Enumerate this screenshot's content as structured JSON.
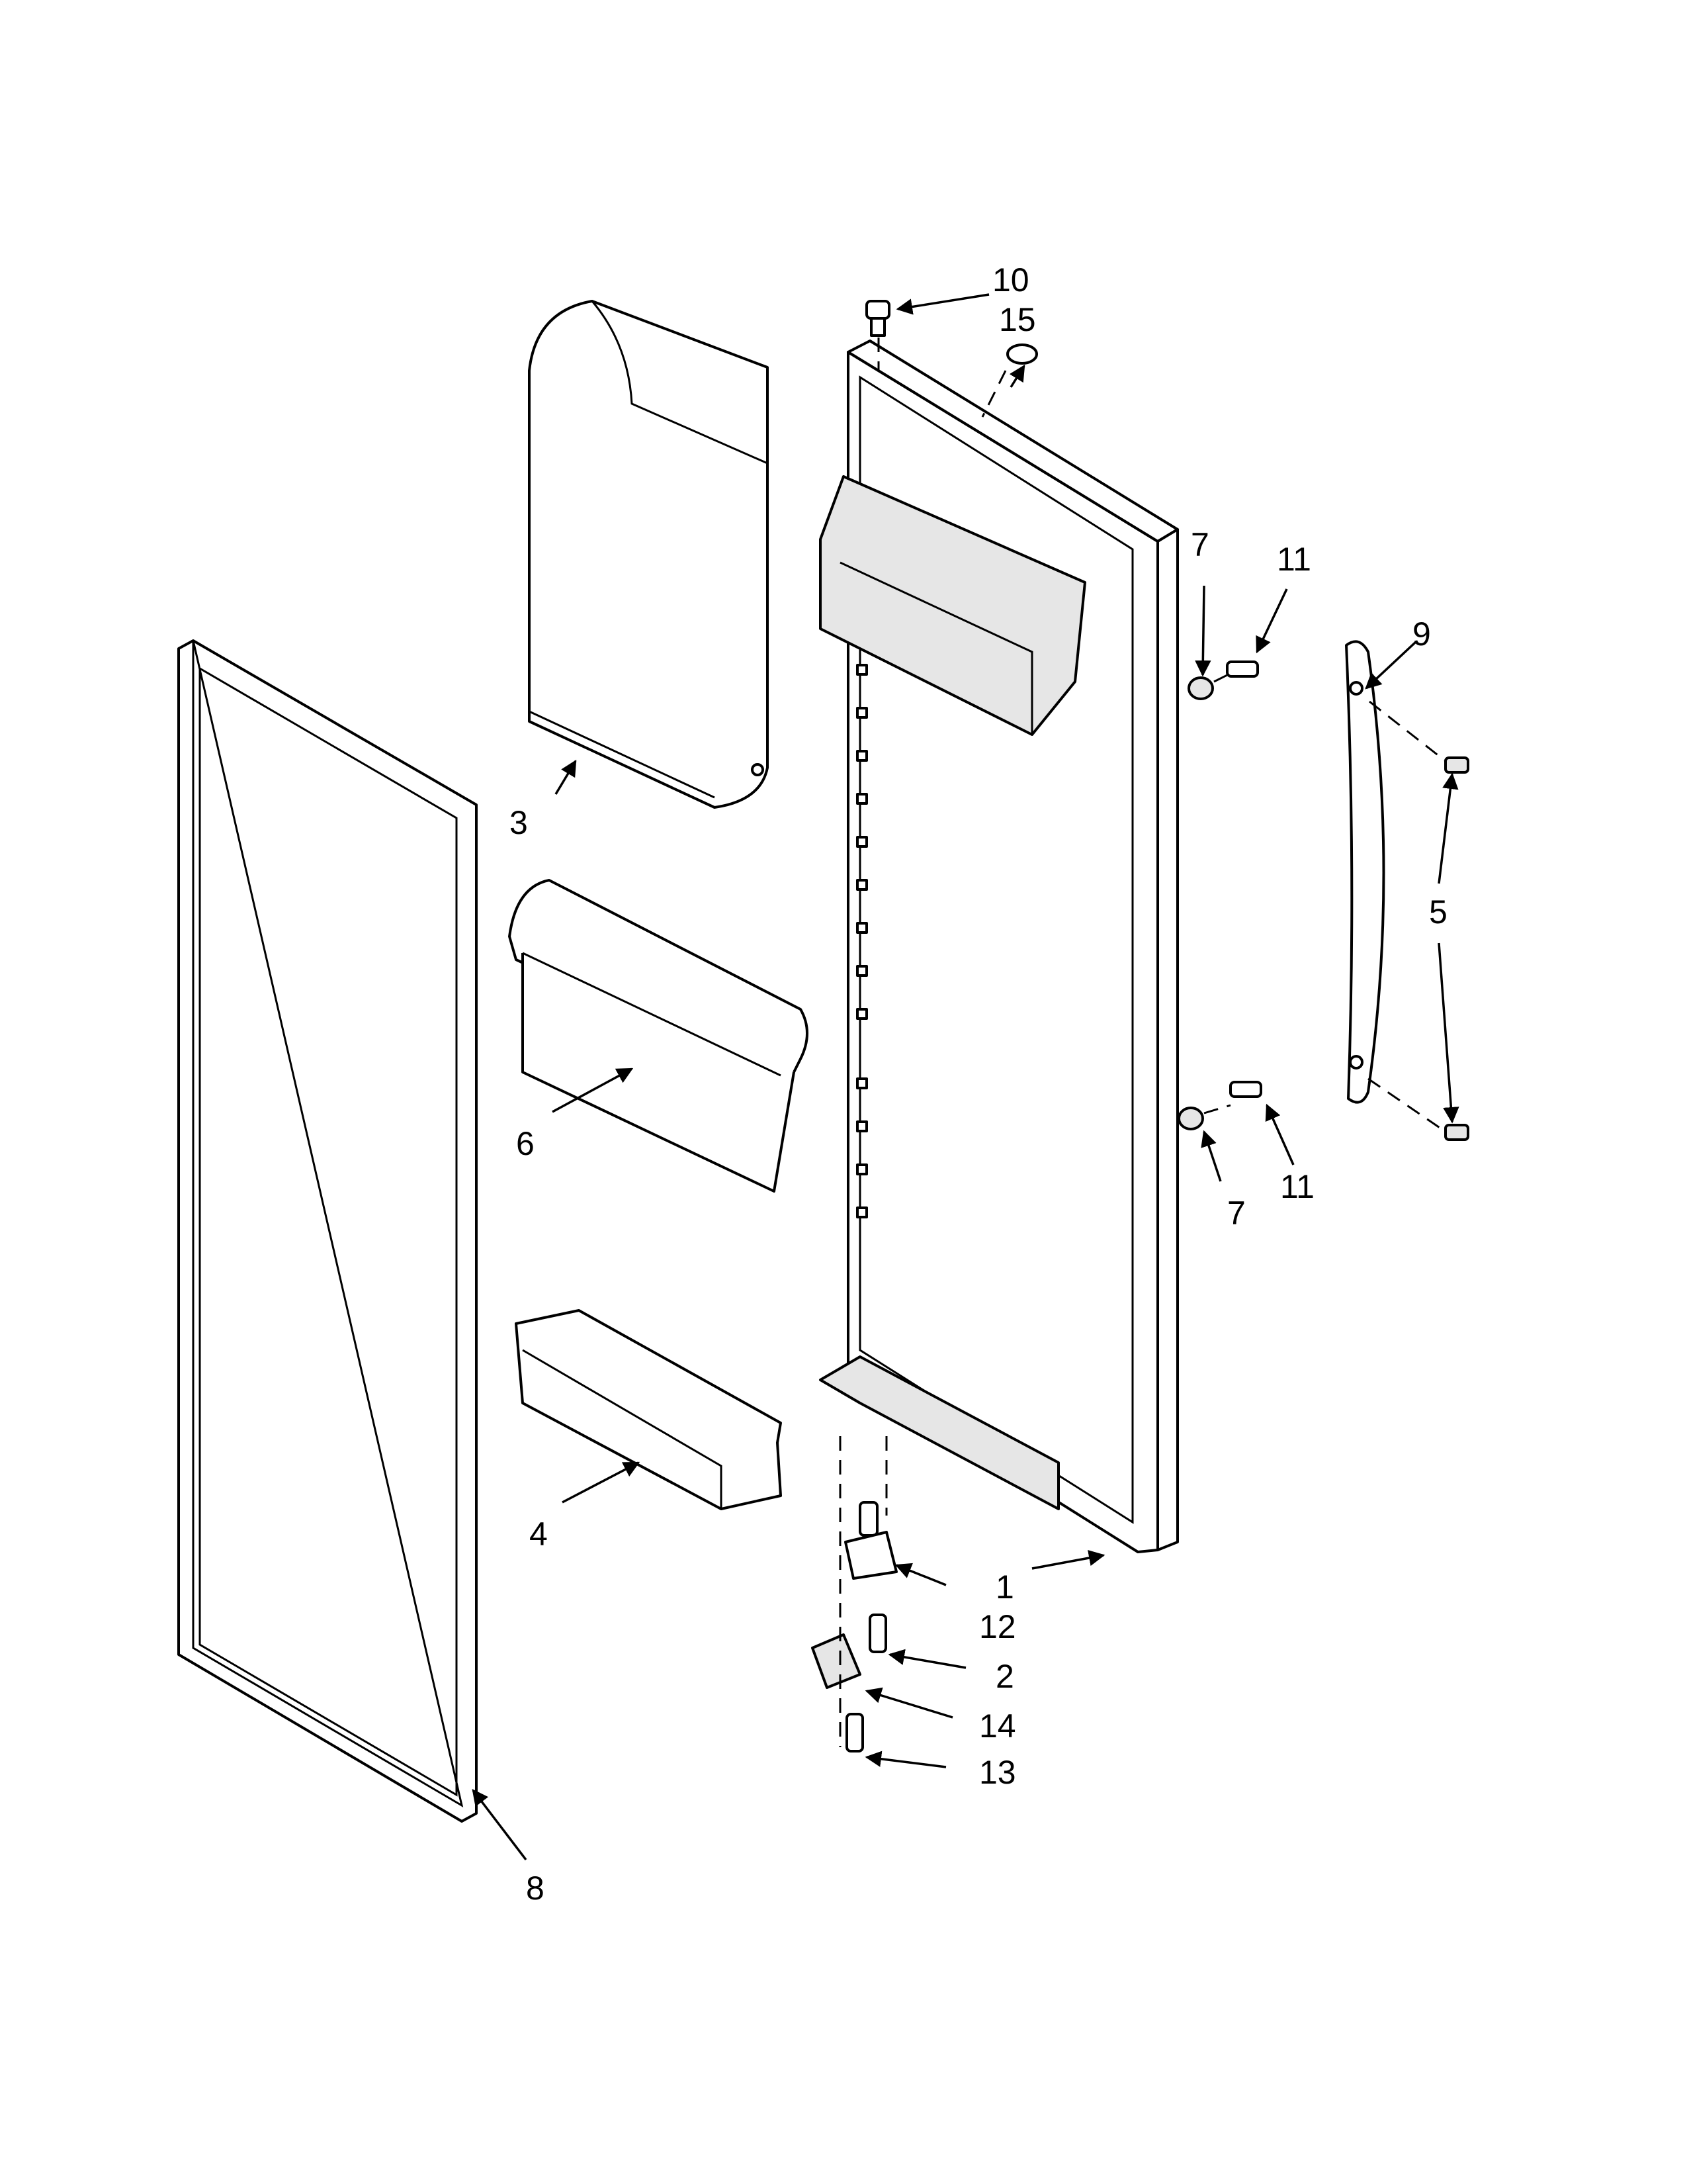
{
  "callouts": {
    "c1": "1",
    "c2": "2",
    "c3": "3",
    "c4": "4",
    "c5": "5",
    "c6": "6",
    "c7a": "7",
    "c7b": "7",
    "c8": "8",
    "c9": "9",
    "c10": "10",
    "c11a": "11",
    "c11b": "11",
    "c12": "12",
    "c13": "13",
    "c14": "14",
    "c15": "15"
  }
}
